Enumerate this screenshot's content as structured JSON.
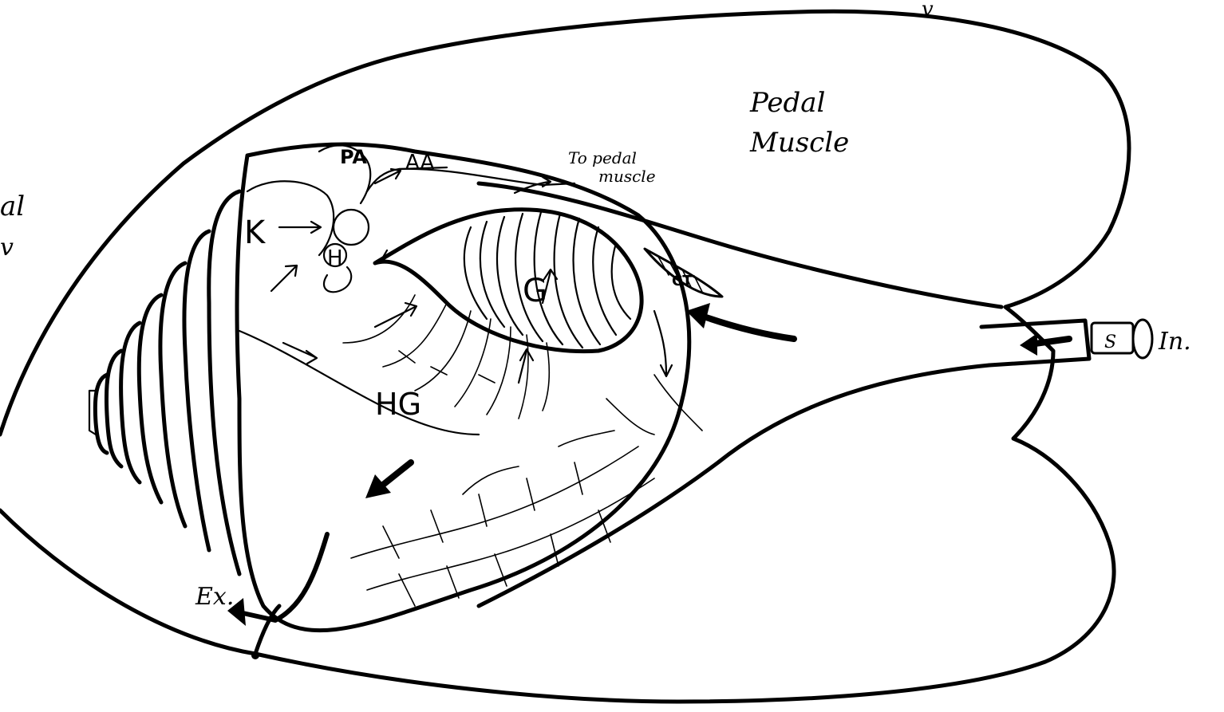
{
  "labels": {
    "pedal_muscle_line1": "Pedal",
    "pedal_muscle_line2": "Muscle",
    "to_pedal_line1": "To pedal",
    "to_pedal_line2": "muscle",
    "pa": "PA",
    "aa": "AA",
    "k": "K",
    "h": "H",
    "g": "G",
    "hg": "HG",
    "ct": "CT",
    "s": "S",
    "inlet": "In.",
    "exhalent": "Ex.",
    "cut_top_right": "v",
    "cut_left_line1": "al",
    "cut_left_line2": "v"
  }
}
